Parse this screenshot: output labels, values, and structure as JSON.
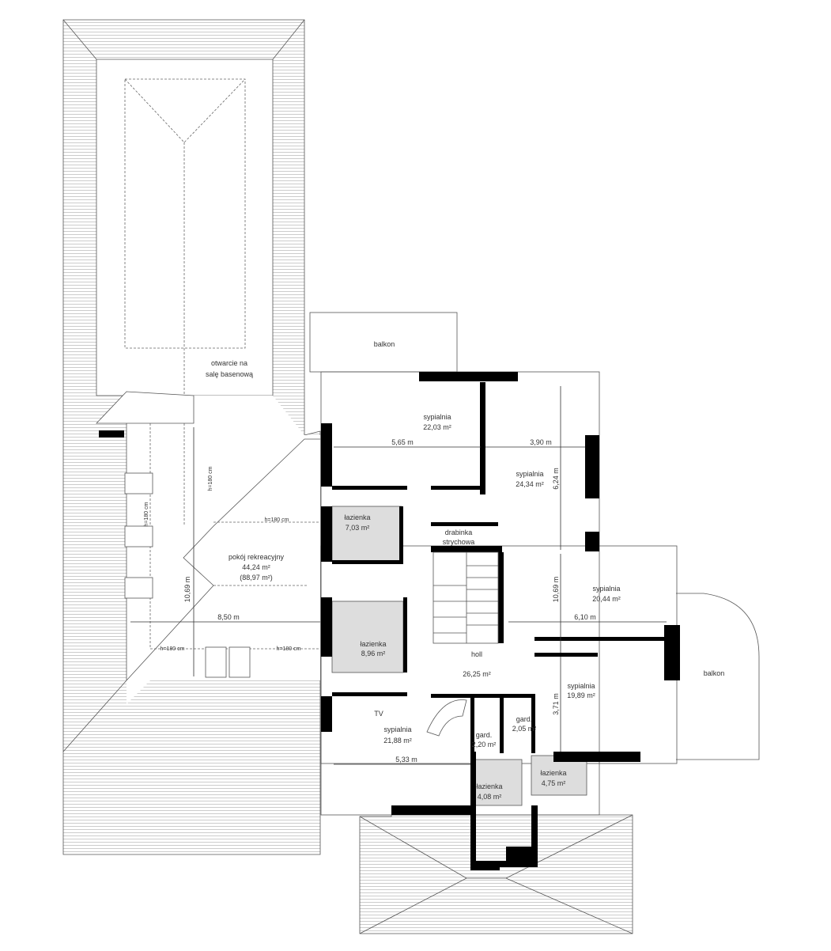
{
  "rooms": {
    "balkon_top": {
      "label": "balkon"
    },
    "pool_opening": {
      "line1": "otwarcie na",
      "line2": "salę basenową"
    },
    "bedroom_1": {
      "label": "sypialnia",
      "area": "22,03 m²"
    },
    "bedroom_2": {
      "label": "sypialnia",
      "area": "24,34 m²"
    },
    "bathroom_1": {
      "label": "łazienka",
      "area": "7,03 m²"
    },
    "attic_ladder": {
      "line1": "drabinka",
      "line2": "strychowa"
    },
    "recreation_room": {
      "label": "pokój rekreacyjny",
      "area": "44,24 m²",
      "area_total": "(88,97 m²)"
    },
    "bathroom_2": {
      "label": "łazienka",
      "area": "8,96 m²"
    },
    "bedroom_3": {
      "label": "sypialnia",
      "area": "20,44 m²"
    },
    "hall": {
      "label": "holl",
      "area": "26,25 m²"
    },
    "balkon_right": {
      "label": "balkon"
    },
    "bedroom_4": {
      "label": "sypialnia",
      "area": "19,89 m²"
    },
    "tv": {
      "label": "TV"
    },
    "bedroom_5": {
      "label": "sypialnia",
      "area": "21,88 m²"
    },
    "wardrobe_1": {
      "label": "gard.",
      "area": "2,20 m²"
    },
    "wardrobe_2": {
      "label": "gard.",
      "area": "2,05 m²"
    },
    "bathroom_3": {
      "label": "łazienka",
      "area": "4,75 m²"
    },
    "bathroom_4": {
      "label": "łazienka",
      "area": "4,08 m²"
    }
  },
  "dimensions": {
    "d565": "5,65 m",
    "d390": "3,90 m",
    "d624": "6,24 m",
    "d1069_left": "10,69 m",
    "d1069_right": "10,69 m",
    "d850": "8,50 m",
    "d610": "6,10 m",
    "d371": "3,71 m",
    "d533": "5,33 m"
  },
  "heights": {
    "h1": "h=180 cm",
    "h2": "h=180 cm",
    "h3": "h=180 cm",
    "h4": "h=180 cm",
    "h5": "h=180 cm"
  },
  "colors": {
    "walls": "#000000",
    "wet_rooms": "#dddddd",
    "lines": "#555555"
  }
}
